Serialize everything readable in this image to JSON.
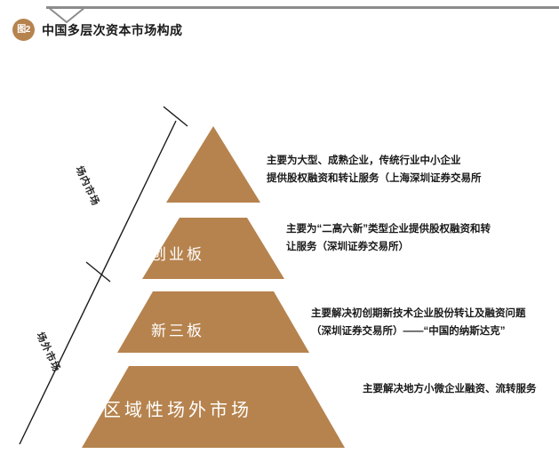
{
  "header": {
    "badge_label": "图2",
    "title": "中国多层次资本市场构成"
  },
  "colors": {
    "pyramid_fill": "#b6834e",
    "badge_fill": "#b6834e",
    "rule": "#8c8c8c",
    "axis_line": "#1a1a1a",
    "tier_label_text": "#ffffff",
    "body_text": "#1a1a1a"
  },
  "side_labels": [
    {
      "id": "inner",
      "text": "场内市场"
    },
    {
      "id": "outer",
      "text": "场外市场"
    }
  ],
  "chart_data": {
    "type": "pyramid",
    "title": "中国多层次资本市场构成",
    "orientation": "vertical",
    "tier_count": 4,
    "tiers": [
      {
        "rank": 1,
        "label": "",
        "label_visible": false,
        "market_scope": "场内市场",
        "description_lines": [
          "主要为大型、成熟企业，传统行业中小企业",
          "提供股权融资和转让服务（上海深圳证券交易所"
        ]
      },
      {
        "rank": 2,
        "label": "创业板",
        "label_visible": true,
        "market_scope": "场内市场",
        "description_lines": [
          "主要为“二高六新”类型企业提供股权融资和转",
          "让服务（深圳证券交易所）"
        ]
      },
      {
        "rank": 3,
        "label": "新三板",
        "label_visible": true,
        "market_scope": "场外市场",
        "description_lines": [
          "主要解决初创期新技术企业股份转让及融资问题",
          "（深圳证券交易所）——“中国的纳斯达克”"
        ]
      },
      {
        "rank": 4,
        "label": "区域性场外市场",
        "label_visible": true,
        "market_scope": "场外市场",
        "description_lines": [
          "主要解决地方小微企业融资、流转服务"
        ]
      }
    ]
  }
}
